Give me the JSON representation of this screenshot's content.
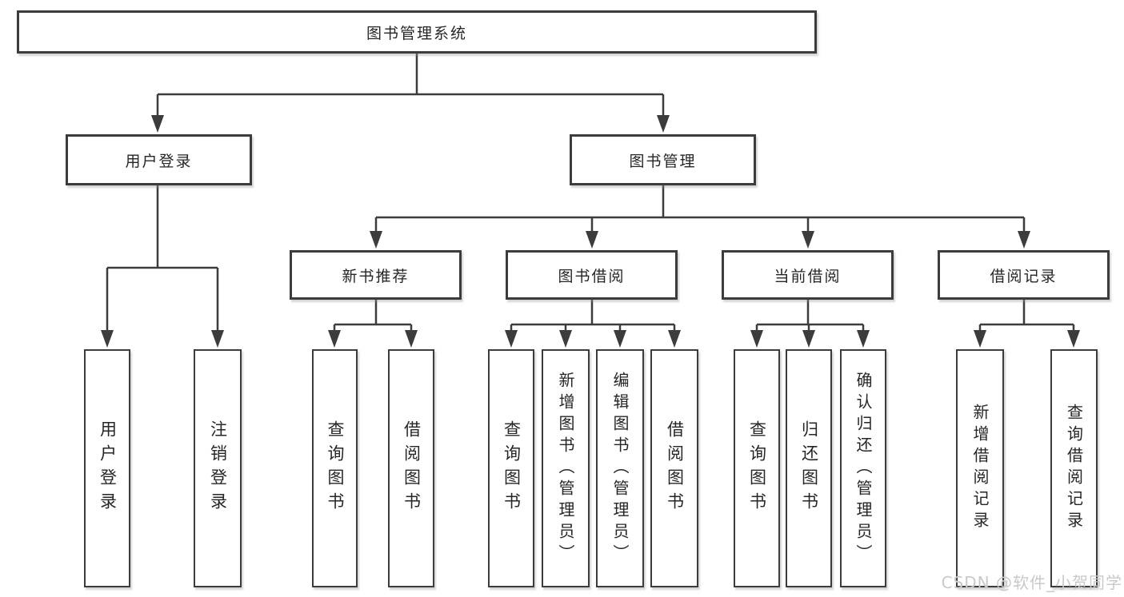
{
  "diagram": {
    "root": {
      "label": "图书管理系统"
    },
    "level2": [
      {
        "id": "user-login",
        "label": "用户登录"
      },
      {
        "id": "book-management",
        "label": "图书管理"
      }
    ],
    "level3": [
      {
        "id": "new-book-recommend",
        "label": "新书推荐",
        "parent": "图书管理"
      },
      {
        "id": "book-borrowing",
        "label": "图书借阅",
        "parent": "图书管理"
      },
      {
        "id": "current-borrowing",
        "label": "当前借阅",
        "parent": "图书管理"
      },
      {
        "id": "borrowing-records",
        "label": "借阅记录",
        "parent": "图书管理"
      }
    ],
    "leaves": [
      {
        "label": "用户登录",
        "parent": "用户登录"
      },
      {
        "label": "注销登录",
        "parent": "用户登录"
      },
      {
        "label": "查询图书",
        "parent": "新书推荐"
      },
      {
        "label": "借阅图书",
        "parent": "新书推荐"
      },
      {
        "label": "查询图书",
        "parent": "图书借阅"
      },
      {
        "label": "新增图书（管理员）",
        "parent": "图书借阅"
      },
      {
        "label": "编辑图书（管理员）",
        "parent": "图书借阅"
      },
      {
        "label": "借阅图书",
        "parent": "图书借阅"
      },
      {
        "label": "查询图书",
        "parent": "当前借阅"
      },
      {
        "label": "归还图书",
        "parent": "当前借阅"
      },
      {
        "label": "确认归还（管理员）",
        "parent": "当前借阅"
      },
      {
        "label": "新增借阅记录",
        "parent": "借阅记录"
      },
      {
        "label": "查询借阅记录",
        "parent": "借阅记录"
      }
    ],
    "watermark": "CSDN @软件_小贺同学",
    "colors": {
      "line": "#3c3c3c",
      "text": "#262626",
      "watermark": "#c9c9c9",
      "background": "#ffffff"
    }
  }
}
